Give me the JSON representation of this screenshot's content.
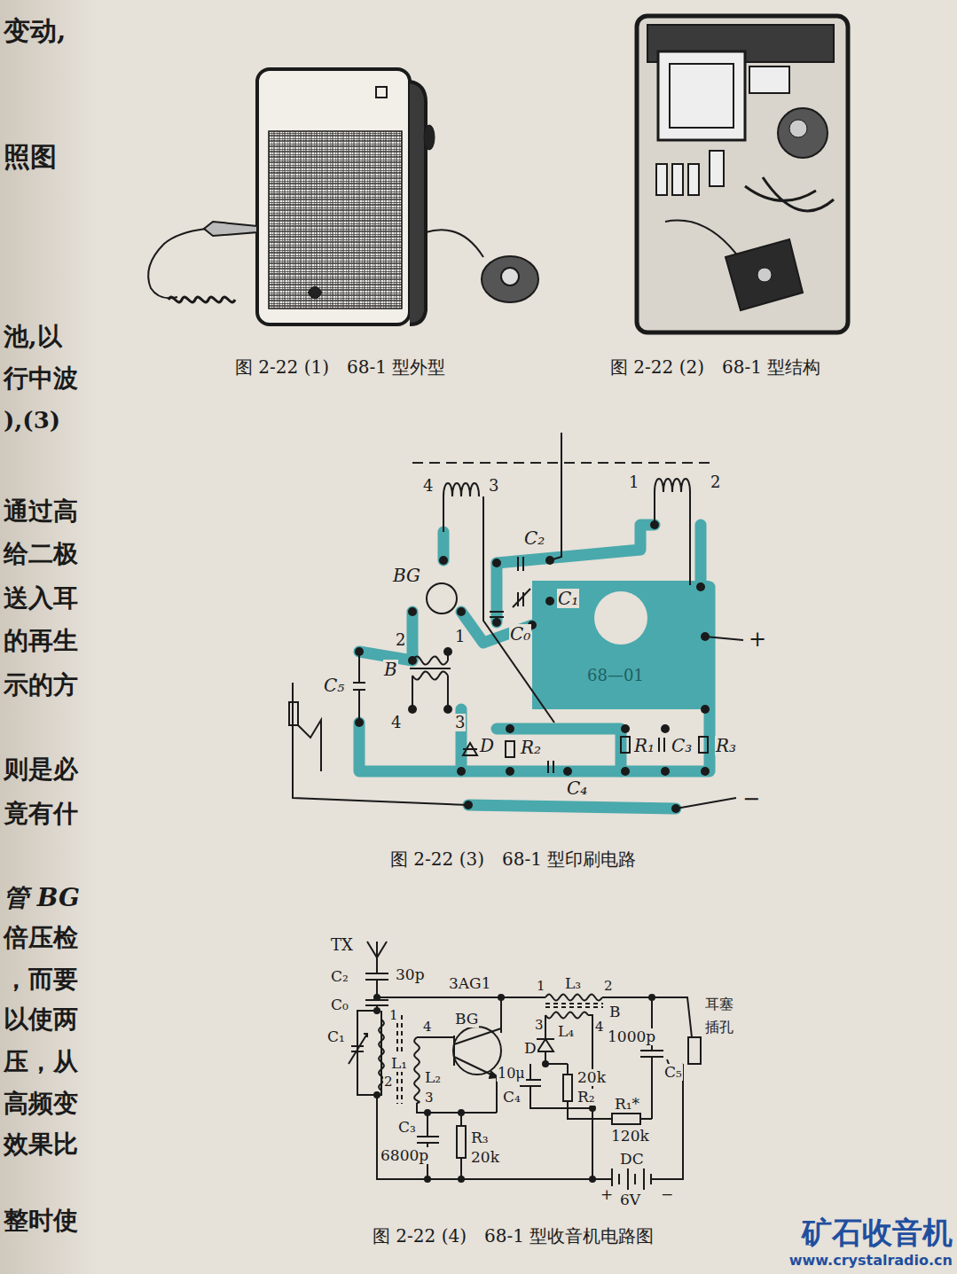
{
  "diagram": {
    "labels": [
      "变动,",
      "照图",
      "池,以",
      "行中波",
      "),(3)",
      "通过高",
      "给二极",
      "送入耳",
      "的再生",
      "示的方",
      "则是必",
      "竟有什",
      "管 BG",
      "倍压检",
      "，而要",
      "以使两",
      "压，从",
      "高频变",
      "效果比",
      "整时使",
      "图 2-22 (1)　68-1 型外型",
      "图 2-22 (2)　68-1 型结构",
      "图 2-22 (3)　68-1 型印刷电路",
      "图 2-22 (4)　68-1 型收音机电路图",
      "4",
      "3",
      "1",
      "2",
      "C₂",
      "C₁",
      "C₀",
      "BG",
      "2",
      "1",
      "B",
      "4",
      "3",
      "C₅",
      "D",
      "R₂",
      "C₄",
      "R₁",
      "C₃",
      "R₃",
      "68—01",
      "+",
      "−",
      "TX",
      "C₂",
      "30p",
      "C₀",
      "1",
      "C₁",
      "L₁",
      "2",
      "3AG1",
      "BG",
      "4",
      "L₂",
      "3",
      "C₃",
      "6800p",
      "R₃",
      "20k",
      "1",
      "L₃",
      "2",
      "B",
      "3",
      "L₄",
      "4",
      "1000p",
      "D",
      "10μ",
      "C₄",
      "20k",
      "R₂",
      "C₅",
      "R₁*",
      "120k",
      "耳塞",
      "插孔",
      "DC",
      "+",
      "6V",
      "−",
      "矿石收音机",
      "www.crystalradio.cn"
    ]
  }
}
